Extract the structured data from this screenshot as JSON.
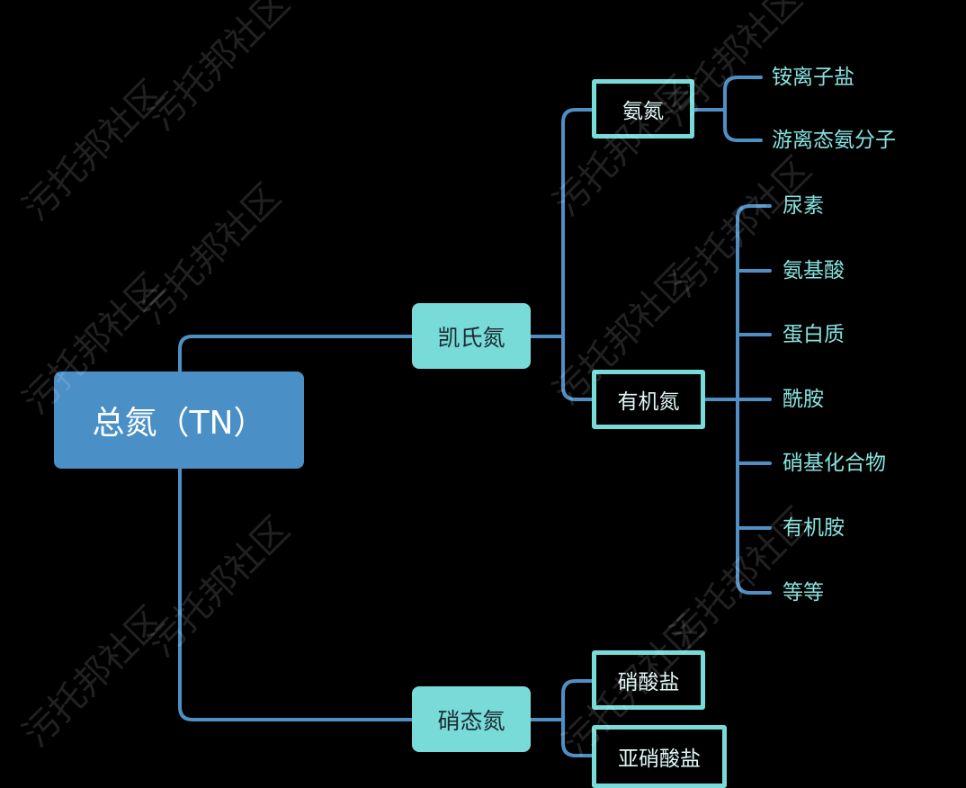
{
  "root": {
    "label": "总氮（TN）"
  },
  "branches": {
    "kjeldahl": {
      "label": "凯氏氮"
    },
    "nitrate_nitrogen": {
      "label": "硝态氮"
    }
  },
  "sub": {
    "ammonia": {
      "label": "氨氮"
    },
    "organic": {
      "label": "有机氮"
    },
    "nitrate": {
      "label": "硝酸盐"
    },
    "nitrite": {
      "label": "亚硝酸盐"
    }
  },
  "leaves": {
    "ammonia": [
      "铵离子盐",
      "游离态氨分子"
    ],
    "organic": [
      "尿素",
      "氨基酸",
      "蛋白质",
      "酰胺",
      "硝基化合物",
      "有机胺",
      "等等"
    ]
  },
  "watermark": {
    "text": "污托邦社区"
  },
  "colors": {
    "background": "#000000",
    "root": "#4a8fc6",
    "node": "#78dbd8",
    "line": "#4a8fc6",
    "leaf_text": "#86e2de"
  }
}
